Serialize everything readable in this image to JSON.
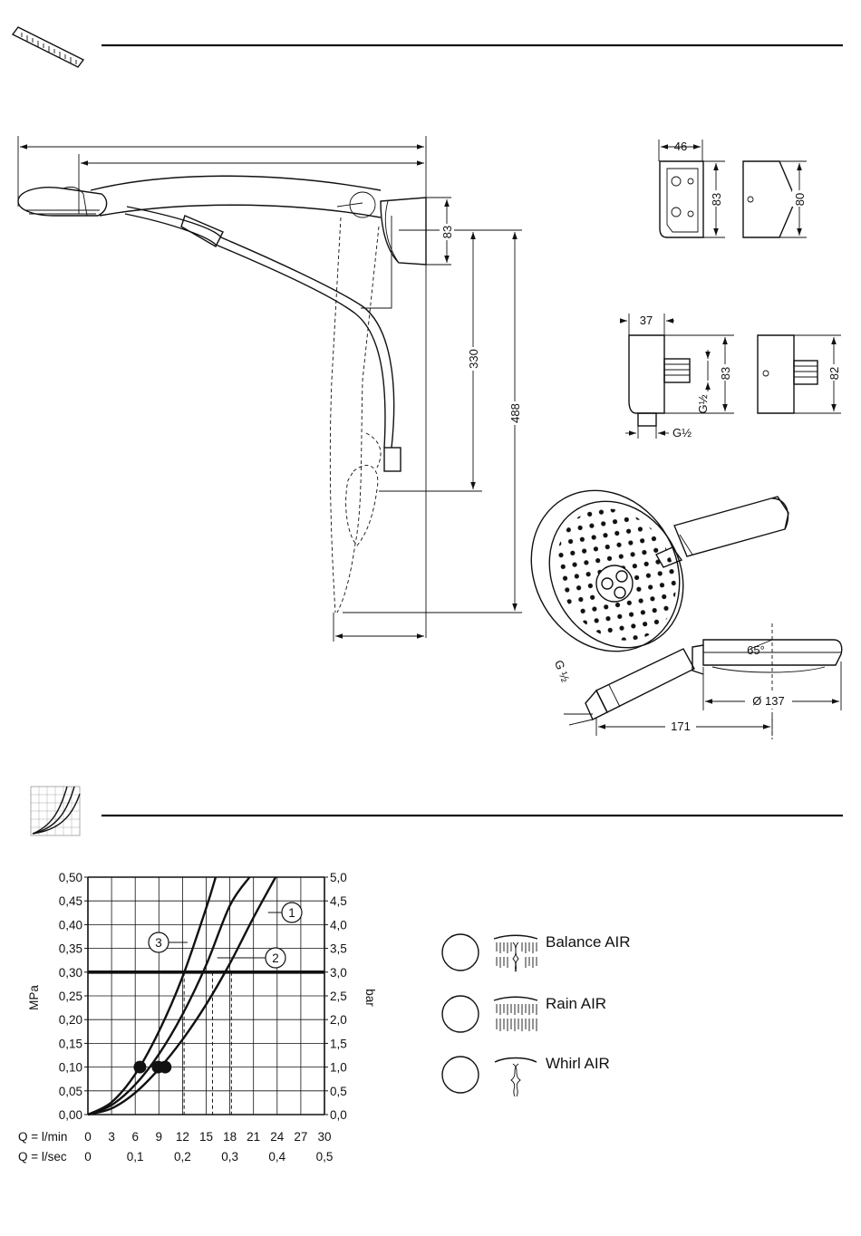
{
  "dimensions": {
    "main_83": "83",
    "main_330": "330",
    "main_488": "488",
    "holder_width": "46",
    "holder_height": "83",
    "holder_side_height": "80",
    "outlet_depth": "37",
    "outlet_height": "83",
    "outlet_side_height": "82",
    "thread_1": "G½",
    "thread_2": "G½",
    "thread_3": "G ½",
    "head_angle": "65°",
    "head_diameter": "Ø 137",
    "handle_length": "171"
  },
  "chart_data": {
    "type": "line",
    "ylabel": "MPa",
    "ylabel_right": "bar",
    "x_row_1_label": "Q = l/min",
    "x_row_2_label": "Q = l/sec",
    "x_ticks_lmin": [
      "0",
      "3",
      "6",
      "9",
      "12",
      "15",
      "18",
      "21",
      "24",
      "27",
      "30"
    ],
    "x_ticks_lsec": [
      "0",
      "0,1",
      "0,2",
      "0,3",
      "0,4",
      "0,5"
    ],
    "y_ticks_left": [
      "0,00",
      "0,05",
      "0,10",
      "0,15",
      "0,20",
      "0,25",
      "0,30",
      "0,35",
      "0,40",
      "0,45",
      "0,50"
    ],
    "y_ticks_right": [
      "0,0",
      "0,5",
      "1,0",
      "1,5",
      "2,0",
      "2,5",
      "3,0",
      "3,5",
      "4,0",
      "4,5",
      "5,0"
    ],
    "xlim": [
      0,
      30
    ],
    "ylim": [
      0,
      0.5
    ],
    "reference_pressure": 0.3,
    "grid": true,
    "series": [
      {
        "name": "1",
        "x": [
          0,
          3,
          6,
          9,
          12,
          15,
          18,
          21,
          23.8
        ],
        "y": [
          0,
          0.013,
          0.046,
          0.096,
          0.158,
          0.232,
          0.318,
          0.415,
          0.5
        ],
        "operating_point": [
          9.8,
          0.1
        ],
        "flow_at_reference": 18.2
      },
      {
        "name": "2",
        "x": [
          0,
          3,
          6,
          9,
          12,
          15,
          18,
          20.5
        ],
        "y": [
          0,
          0.02,
          0.063,
          0.127,
          0.211,
          0.315,
          0.44,
          0.5
        ],
        "operating_point": [
          8.9,
          0.1
        ],
        "flow_at_reference": 15.8
      },
      {
        "name": "3",
        "x": [
          0,
          3,
          6,
          9,
          12,
          15,
          16.2
        ],
        "y": [
          0,
          0.026,
          0.085,
          0.175,
          0.29,
          0.435,
          0.5
        ],
        "operating_point": [
          6.6,
          0.1
        ],
        "flow_at_reference": 12.2
      }
    ]
  },
  "spray_modes": [
    {
      "label": "Balance AIR",
      "icon": "balance-air-spray-icon"
    },
    {
      "label": "Rain AIR",
      "icon": "rain-air-spray-icon"
    },
    {
      "label": "Whirl AIR",
      "icon": "whirl-air-spray-icon"
    }
  ]
}
